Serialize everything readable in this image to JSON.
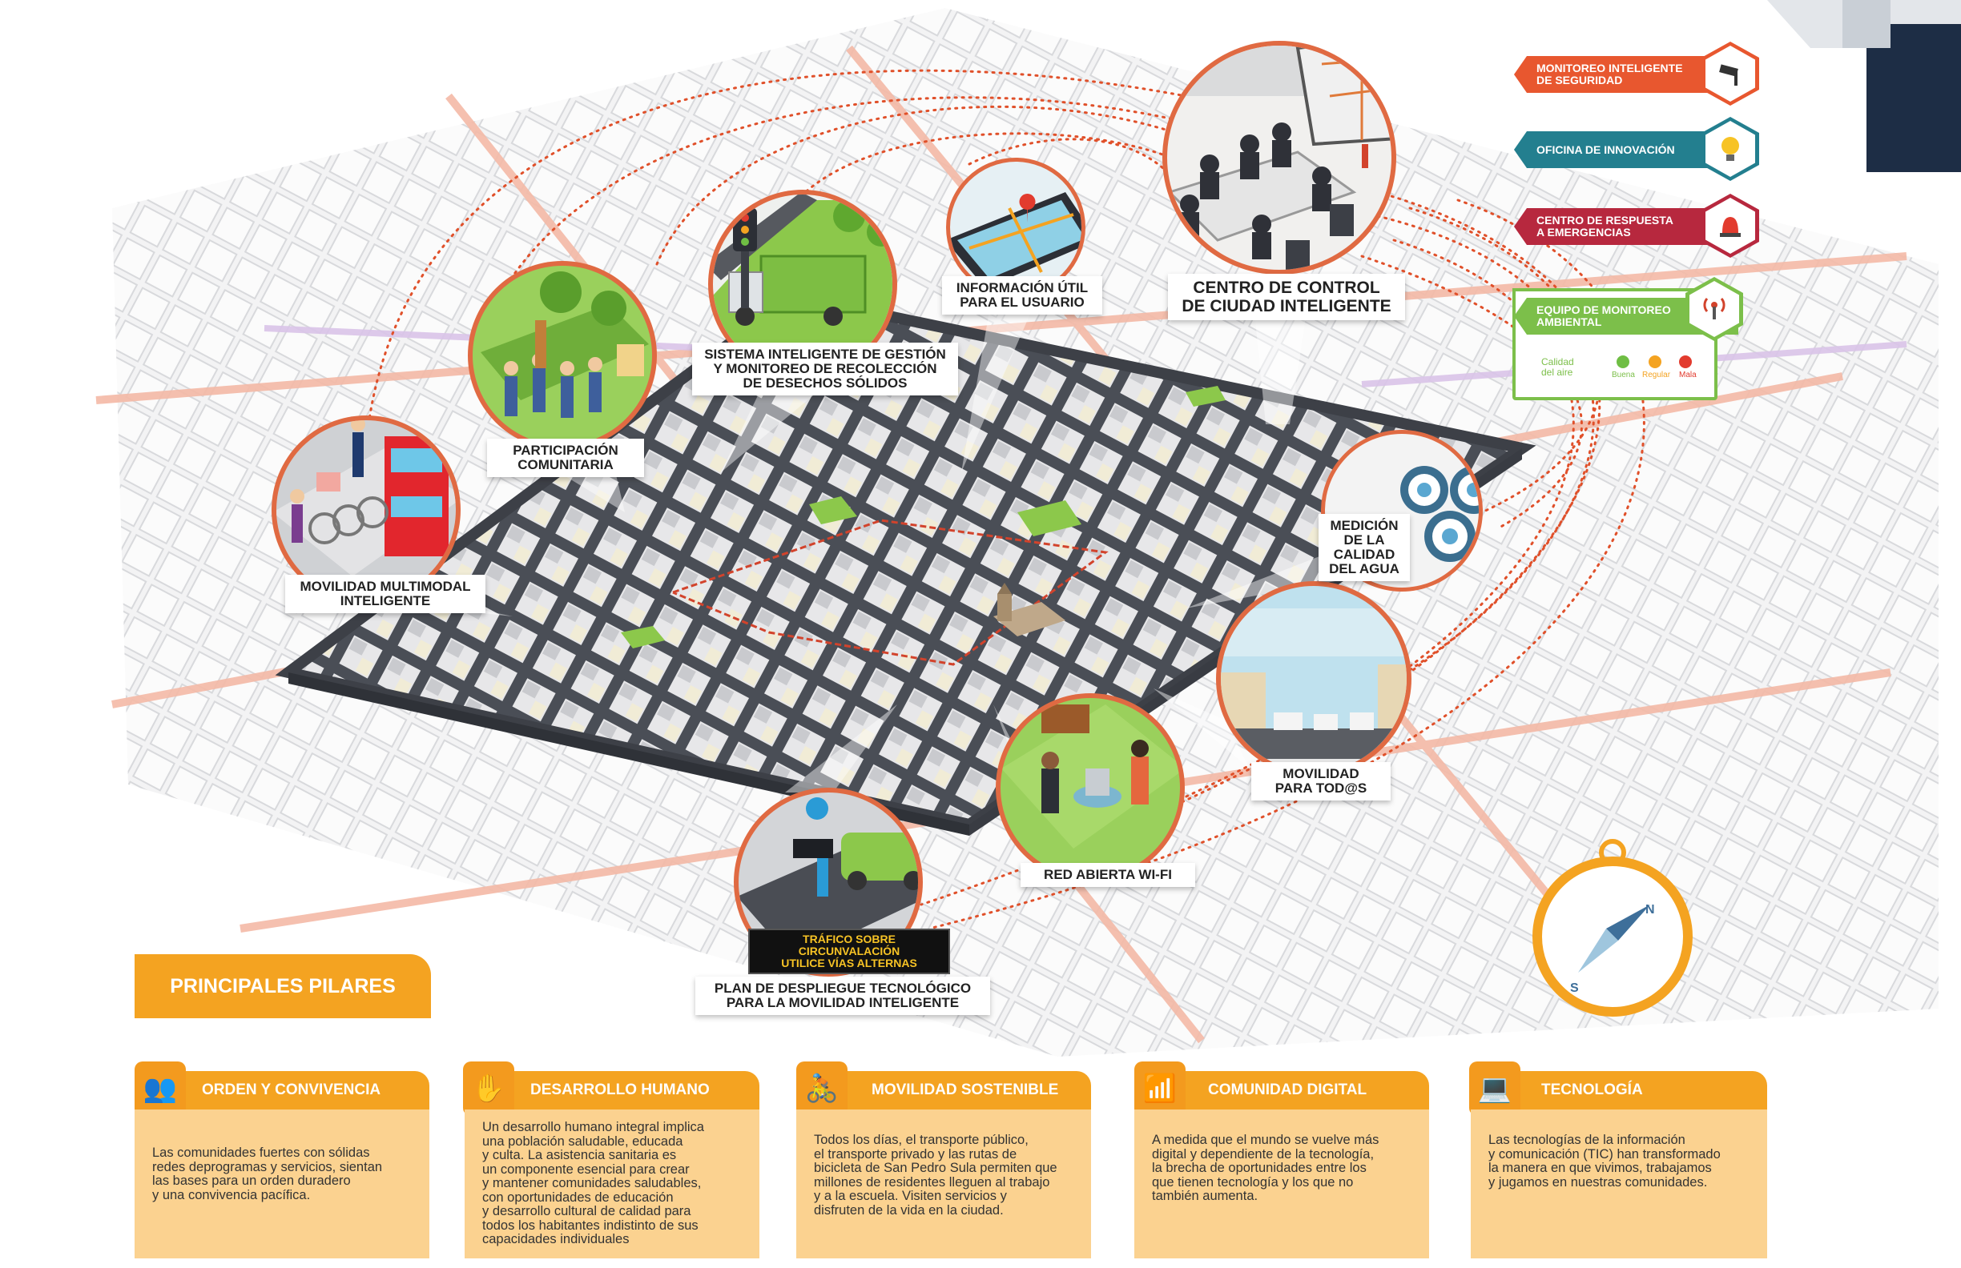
{
  "colors": {
    "accent_orange": "#f4a321",
    "pillar_body": "#fbd290",
    "dotted_line": "#e0502a",
    "legend_security": "#e8572f",
    "legend_innovation": "#237f8f",
    "legend_emergency": "#b7283e",
    "legend_environment": "#7cbf4a",
    "circle_ring": "#e06a42",
    "street_dark": "#4a4e56",
    "air_good": "#6fbe44",
    "air_regular": "#f4a321",
    "air_bad": "#e23b2e"
  },
  "legend": {
    "security": "MONITOREO INTELIGENTE\nDE SEGURIDAD",
    "security_icon": "cctv-camera-icon",
    "innovation": "OFICINA DE INNOVACIÓN",
    "innovation_icon": "light-bulb-icon",
    "emergency": "CENTRO DE RESPUESTA\nA EMERGENCIAS",
    "emergency_icon": "siren-icon",
    "environment": "EQUIPO DE MONITOREO\nAMBIENTAL",
    "environment_icon": "antenna-icon",
    "air_quality_label": "Calidad\ndel aire",
    "air_good": "Buena",
    "air_regular": "Regular",
    "air_bad": "Mala"
  },
  "callouts": {
    "control_center": "CENTRO DE CONTROL\nDE CIUDAD INTELIGENTE",
    "user_info": "INFORMACIÓN ÚTIL\nPARA EL USUARIO",
    "waste": "SISTEMA INTELIGENTE DE GESTIÓN\nY MONITOREO DE RECOLECCIÓN\nDE DESECHOS SÓLIDOS",
    "community": "PARTICIPACIÓN\nCOMUNITARIA",
    "mobility_multimodal": "MOVILIDAD MULTIMODAL\nINTELIGENTE",
    "water": "MEDICIÓN\nDE LA\nCALIDAD\nDEL AGUA",
    "mobility_all": "MOVILIDAD\nPARA TOD@S",
    "wifi": "RED ABIERTA WI-FI",
    "deployment": "PLAN DE DESPLIEGUE TECNOLÓGICO\nPARA LA MOVILIDAD INTELIGENTE",
    "sign_text": "TRÁFICO SOBRE CIRCUNVALACIÓN\nUTILICE VÍAS ALTERNAS"
  },
  "pillars_title": "PRINCIPALES PILARES",
  "pillars": [
    {
      "title": "ORDEN Y CONVIVENCIA",
      "icon": "people-group-icon",
      "text": "Las comunidades fuertes con sólidas\nredes deprogramas y servicios, sientan\nlas bases para un orden duradero\ny una convivencia pacífica."
    },
    {
      "title": "DESARROLLO HUMANO",
      "icon": "hand-people-icon",
      "text": "Un desarrollo humano integral implica\nuna población saludable, educada\ny culta. La asistencia sanitaria es\nun componente esencial para crear\ny mantener comunidades saludables,\ncon oportunidades de educación\ny desarrollo cultural de calidad para\ntodos los habitantes indistinto de sus\ncapacidades individuales"
    },
    {
      "title": "MOVILIDAD SOSTENIBLE",
      "icon": "cyclist-icon",
      "text": "Todos los días, el transporte público,\nel transporte privado y las rutas de\nbicicleta de San Pedro Sula permiten que\nmillones de residentes lleguen al trabajo\ny a la escuela. Visiten servicios y\ndisfruten de la vida en la ciudad."
    },
    {
      "title": "COMUNIDAD DIGITAL",
      "icon": "wifi-icon",
      "text": "A medida que el mundo se vuelve más\ndigital y dependiente de la tecnología,\nla brecha de oportunidades entre los\nque tienen tecnología y los que no\ntambién aumenta."
    },
    {
      "title": "TECNOLOGÍA",
      "icon": "computer-user-icon",
      "text": "Las tecnologías de la información\ny comunicación (TIC) han transformado\nla manera en que vivimos, trabajamos\ny jugamos en nuestras comunidades."
    }
  ],
  "compass": {
    "north": "N",
    "south": "S"
  }
}
